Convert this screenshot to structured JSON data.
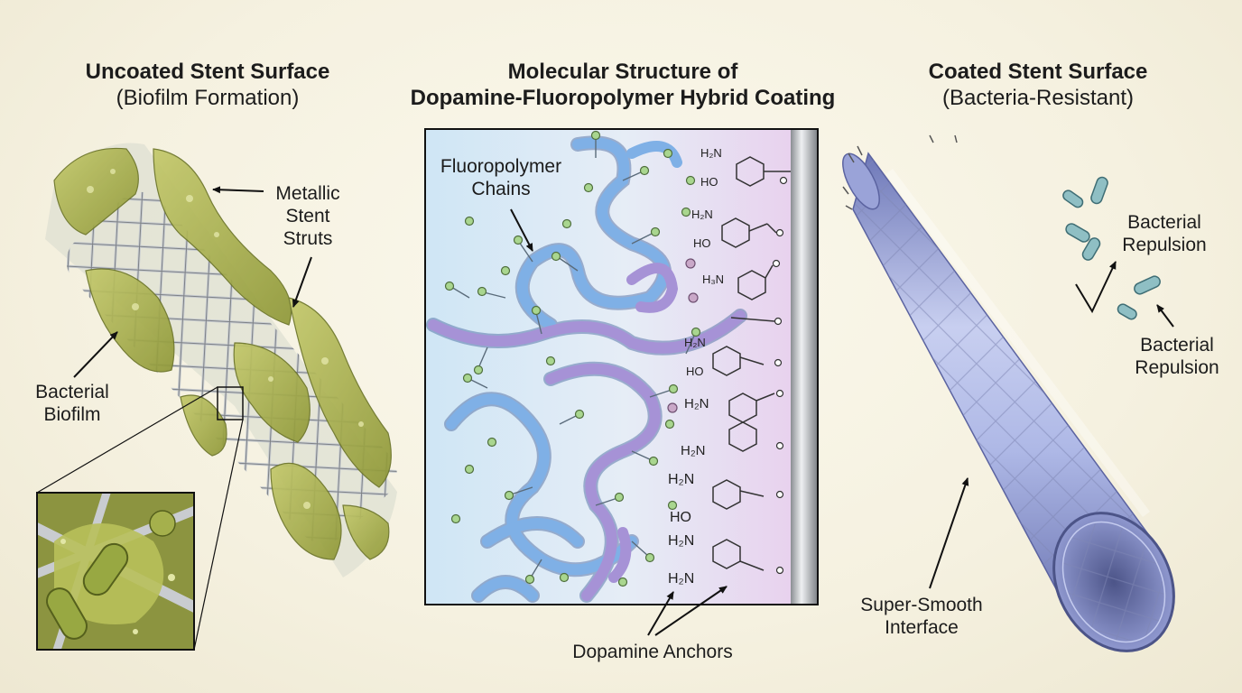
{
  "panels": {
    "left": {
      "title": "Uncoated Stent Surface",
      "subtitle": "(Biofilm Formation)",
      "struts_label": [
        "Metallic",
        "Stent",
        "Struts"
      ],
      "biofilm_label": [
        "Bacterial",
        "Biofilm"
      ]
    },
    "center": {
      "title_line1": "Molecular Structure of",
      "title_line2": "Dopamine-Fluoropolymer Hybrid Coating",
      "chains_label": [
        "Fluoropolymer",
        "Chains"
      ],
      "anchors_label": "Dopamine Anchors",
      "groups": {
        "h2n": "H₂N",
        "ho": "HO",
        "h3n": "H₃N"
      }
    },
    "right": {
      "title": "Coated Stent Surface",
      "subtitle": "(Bacteria-Resistant)",
      "repulsion_label_1": [
        "Bacterial",
        "Repulsion"
      ],
      "repulsion_label_2": [
        "Bacterial",
        "Repulsion"
      ],
      "interface_label": [
        "Super-Smooth",
        "Interface"
      ]
    }
  },
  "colors": {
    "biofilm": "#9fa84a",
    "biofilm_dark": "#6f7a2c",
    "strut": "#b8bcc0",
    "coil_blue": "#6f9fd6",
    "coil_purple": "#9a84c8",
    "bead": "#9cc98a",
    "tube": "#9aa6dc",
    "bacteria": "#7fb3b8"
  },
  "icons": [
    "arrow-icon",
    "bacterium-icon",
    "benzene-ring-icon"
  ]
}
